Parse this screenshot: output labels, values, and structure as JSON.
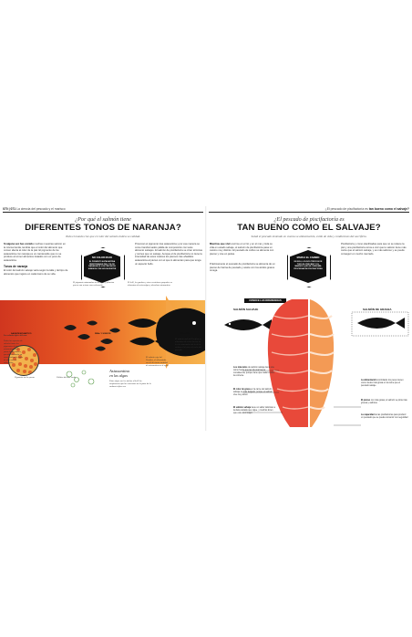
{
  "left_page": {
    "page_number": "070 | 071",
    "running_head": "La ciencia del pescado y el marisco",
    "question_top": "¿Por qué el salmón tiene",
    "question_main": "DIFERENTES TONOS DE NARANJA?",
    "subtitle": "Todo el mundo cree que el color del salmón indica su calidad.",
    "intro_bold": "Si alguna vez has comido",
    "intro_text": "muchas muestras salmón en la misma tienda, tendrás que el color del alimento que comen afecta al color de la piel. El pigmento de los astaxantina con naranja es un carotenoide que no se produce al comer alimentos tratados con un poco de astaxantina.",
    "col2_text": "Provocan el pigmento tras astaxantina y por esa manera se come transformados pálida de composición con teste alimento salvajes. El salmón de piscifactoría se crían térmicas y carnes que no salvaje. Aunque el de piscifactoría no tiene la intensidad de estos matices los piensos tras añadidos astaxantina al pienso con el que lo alimentan para que tenga un aspecto bello.",
    "hex": {
      "title": "NO COLOR ROJO",
      "body": "EL PIGMENTO ASTAXANTINA RESPONSABLE DEL COLOR NARANJA DE LOS PESCADOS SUMISOS CON SUS SILVESTRE"
    },
    "orange_heading": "Tonos de naranja",
    "orange_text": "El color del salmón salvaje varía según la talla y del tipo de alimentos que ingiere en cada tramo de su vida.",
    "note_top1": "El pigmento astaxantina es de algas y plancton que es una a tener una coloración",
    "note_top2": "El krill, los gambas y otros crustáceos pequeños se alimentan de microalgas y absorben astaxantina",
    "label_left": "SALMÓN ATLÁNTICO",
    "label_mid": "REAL Y SOKEYE",
    "label_right": "SALMÓN",
    "circle_caption": "Los salmón típico del mar",
    "circle_text": "Todas las especies de salmón tienen los pigmentos de las astaxantina en la yema de sus huevos, que de los salmón en otras muchas la yema de ellos con su coloración",
    "circle_foot": "Pigmento en las yemas",
    "small_text": "Células del mar verde",
    "algae_label": "Astaxantina",
    "algae_big": "en las algas",
    "algae_text": "Estas algas son los núcleo el krill las zoóplancton que las consumen en la parte de la cadena trófica con",
    "sockeye_text": "El salmón rojo del Pacífico, el alimentado con el de cierta cantidad de astaxantina en el agua",
    "salmon_text": "El salmón real del Pacífico se alimentan de color de uno de los de astaxantina de la de la cadena al el color al color del pescado"
  },
  "right_page": {
    "running_head_left": "¿El pescado de piscifactoría es",
    "running_head_right": "tan bueno como el salvaje?",
    "question_top": "¿El pescado de piscifactoría es",
    "question_main": "TAN BUENO COMO EL SALVAJE?",
    "subtitle": "Salud el pescado teniendo en cuenta su alimentación, estilo de vida y condiciones del sacrificio.",
    "col1_bold": "Mientras que vivir",
    "col1_text": "enorme en el río y en el mar y toda su vida en estado salvaje, el salmón de piscifactoría pasa un camino muy distinto. El pescado de cultivo se alimenta con pienso y vive en jaulas.",
    "col2_text": "Prácticamente el pescado de piscifactoría se alimenta de un pienso de harina de pescado y aceite con los ácidos grasos omega.",
    "col3_text": "Piscifactoría y como planificadas para que no se retiene la piel y una piscifactoría cerca a vivir que le salmón tiene más carne que el salmón salvaje, y es más sabroso y se puede conseguir en mucho mercado.",
    "hex": {
      "title": "MARCA EL CAMBIO",
      "body": "EN 2016, LOS DOS TERCIOS DE TODO EL PESCADO Y EL MARISCO QUE SE CONSUMIA PROCEDIAN DE PISCIFACTORIA"
    },
    "diff_bar": "CONOCE LAS DIFERENCIAS",
    "fish_label_left": "SALMÓN SALVAJE",
    "fish_label_right": "SALMÓN DE GRANJA",
    "wild_text1_bold": "Los músculos",
    "wild_text1": "de salmón salvaje tiene una carne fuerte que les da una buena consistencia, porque tiene que nadar contra la corriente",
    "wild_text2_bold": "El color de grasa",
    "wild_text2": "en la carne del salmón salvaje es más delgado, porque el salmón vive muy activo",
    "wild_text3_bold": "El salmón salvaje",
    "wild_text3": "tiene un sabor delicioso a la dieta variada que sigue, y muchos dicen que este es el mejor",
    "farm_text1_bold": "La alimentación",
    "farm_text1": "controlada: los peces tienen unos niveles más grasa en la carne que el pescado salvaje",
    "farm_text2_bold": "El pienso",
    "farm_text2": "con más grasa; el salmón se pinta más gruesa y sabrosa",
    "farm_text3_bold": "La capacidad",
    "farm_text3": "de las piscifactorías para producir un pescado que se pueda consumir con seguridad"
  },
  "colors": {
    "accent_red": "#d0361f",
    "accent_orange": "#f39a38",
    "wild_flesh": "#e8493a",
    "farm_flesh": "#f39a55",
    "ink": "#111111"
  }
}
